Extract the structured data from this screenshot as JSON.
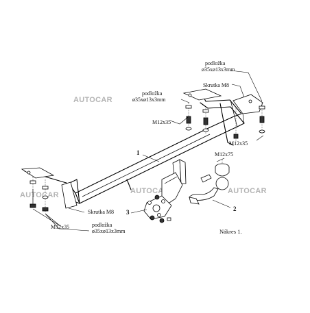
{
  "watermarks": [
    "AUTOCAR",
    "AUTOCAR",
    "AUTOCAR",
    "AUTOCAR"
  ],
  "callouts": {
    "pad_top_right": [
      "podložka",
      "ø35xø13x3mm"
    ],
    "bolt_top_right": "Skrutka M8",
    "pad_top_left": [
      "podložka",
      "ø35xø13x3mm"
    ],
    "screw_top_left": "M12x35",
    "screw_right": "M12x35",
    "screw_ball": "M12x75",
    "bolt_bottom_left": "Skrutka M8",
    "pad_bottom_left": [
      "podložka",
      "ø35xø13x3mm"
    ],
    "screw_bottom_left": "M12x35"
  },
  "part_numbers": {
    "crossbar": "1",
    "towball": "2",
    "socket_plate": "3"
  },
  "figure_caption": "Nákres 1."
}
